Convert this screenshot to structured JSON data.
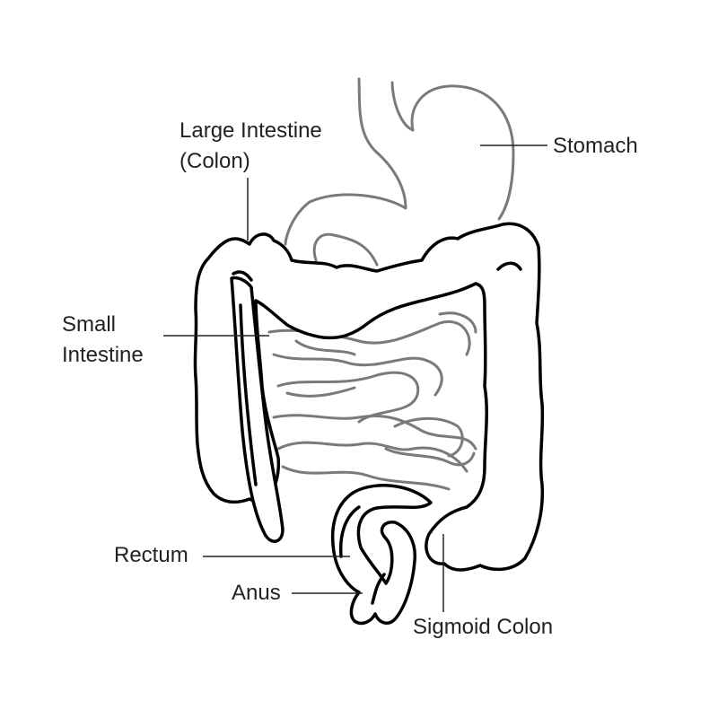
{
  "labels": {
    "large_intestine_line1": "Large Intestine",
    "large_intestine_line2": "(Colon)",
    "stomach": "Stomach",
    "small_intestine_line1": "Small",
    "small_intestine_line2": "Intestine",
    "rectum": "Rectum",
    "anus": "Anus",
    "sigmoid_colon": "Sigmoid Colon"
  },
  "colors": {
    "colon_outline": "#000000",
    "stomach_outline": "#7a7a7a",
    "small_intestine_outline": "#7a7a7a",
    "text": "#222222"
  }
}
